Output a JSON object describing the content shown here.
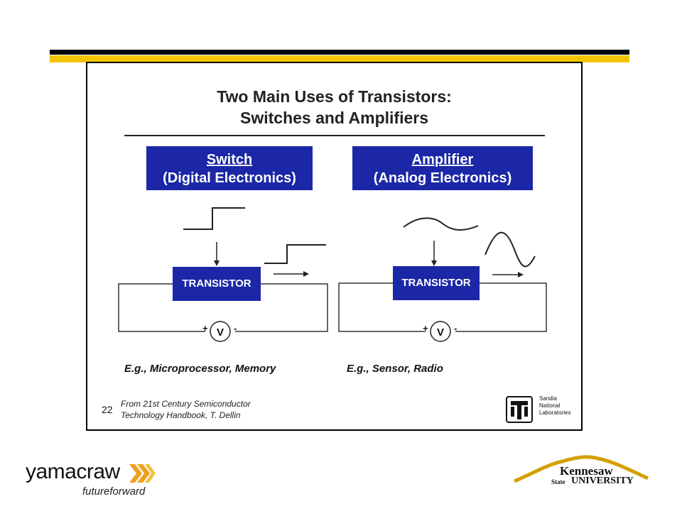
{
  "slide": {
    "title_line1": "Two Main Uses of Transistors:",
    "title_line2": "Switches and Amplifiers",
    "left": {
      "heading": "Switch",
      "subheading": "(Digital Electronics)",
      "component": "TRANSISTOR",
      "source_label": "V",
      "plus": "+",
      "minus": "-",
      "example": "E.g., Microprocessor, Memory"
    },
    "right": {
      "heading": "Amplifier",
      "subheading": "(Analog Electronics)",
      "component": "TRANSISTOR",
      "source_label": "V",
      "plus": "+",
      "minus": "-",
      "example": "E.g., Sensor, Radio"
    },
    "page_number": "22",
    "source_line1": "From 21st Century Semiconductor",
    "source_line2": "Technology Handbook, T. Dellin",
    "sandia_logo": {
      "line1": "Sandia",
      "line2": "National",
      "line3": "Laboratories"
    }
  },
  "footer": {
    "yamacraw_word": "yamacraw",
    "yamacraw_tagline": "futureforward",
    "ksu_line1": "Kennesaw",
    "ksu_state": "State",
    "ksu_line2": "UNIVERSITY"
  },
  "colors": {
    "header_bar_black": "#000000",
    "header_bar_gold": "#f4c400",
    "box_blue": "#1b27a6"
  }
}
